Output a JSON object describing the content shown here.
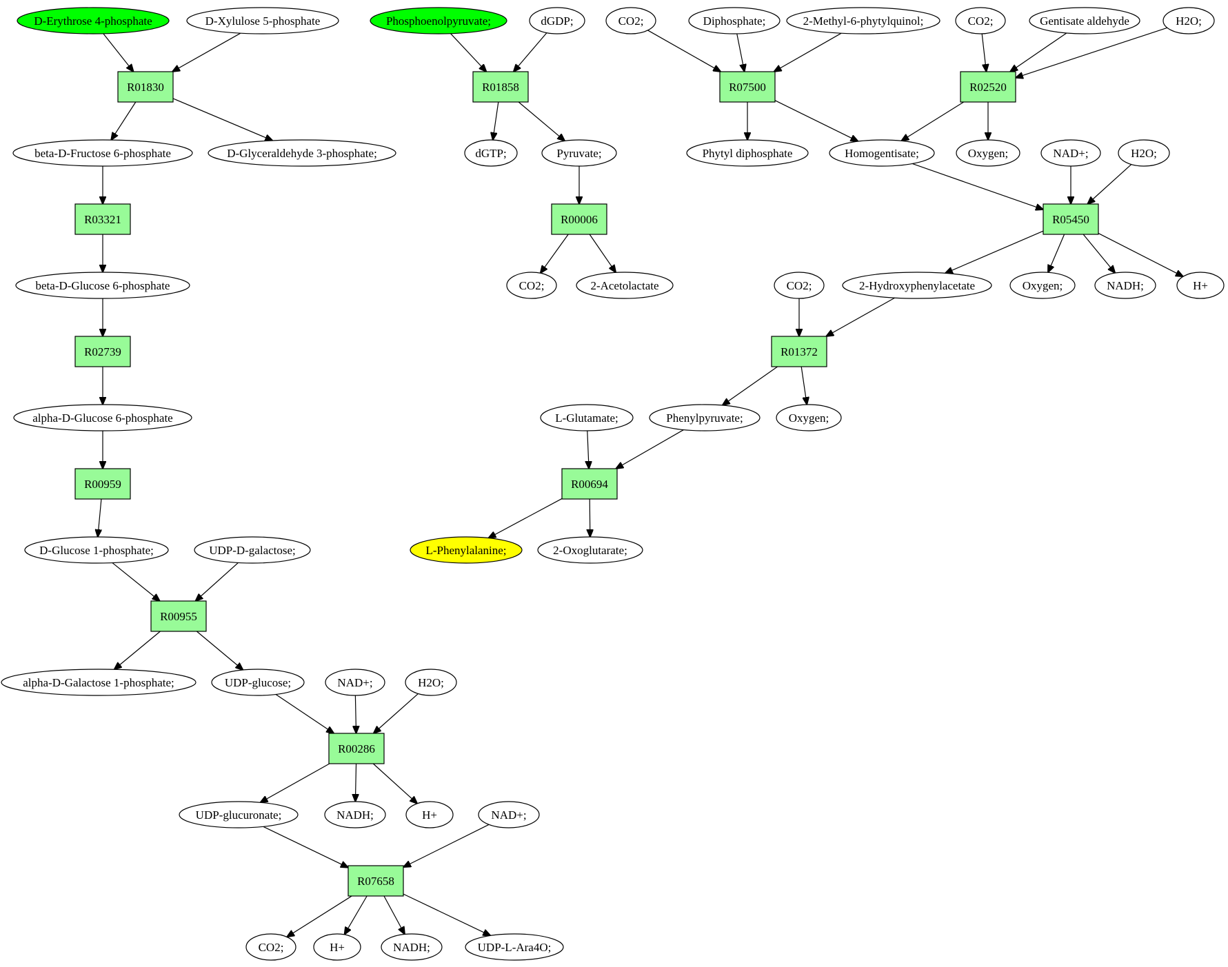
{
  "colors": {
    "reaction": "#98fb98",
    "compound": "#ffffff",
    "source": "#00ff00",
    "target": "#ffff00"
  },
  "nodes": [
    {
      "id": "c_e4p",
      "kind": "compound",
      "label": "D-Erythrose 4-phosphate",
      "style": "source"
    },
    {
      "id": "c_x5p",
      "kind": "compound",
      "label": "D-Xylulose 5-phosphate",
      "style": "normal"
    },
    {
      "id": "r_R01830",
      "kind": "reaction",
      "label": "R01830"
    },
    {
      "id": "c_bf6p",
      "kind": "compound",
      "label": "beta-D-Fructose 6-phosphate",
      "style": "normal"
    },
    {
      "id": "c_g3p",
      "kind": "compound",
      "label": "D-Glyceraldehyde 3-phosphate;",
      "style": "normal"
    },
    {
      "id": "r_R03321",
      "kind": "reaction",
      "label": "R03321"
    },
    {
      "id": "c_bg6p",
      "kind": "compound",
      "label": "beta-D-Glucose 6-phosphate",
      "style": "normal"
    },
    {
      "id": "r_R02739",
      "kind": "reaction",
      "label": "R02739"
    },
    {
      "id": "c_ag6p",
      "kind": "compound",
      "label": "alpha-D-Glucose 6-phosphate",
      "style": "normal"
    },
    {
      "id": "r_R00959",
      "kind": "reaction",
      "label": "R00959"
    },
    {
      "id": "c_g1p",
      "kind": "compound",
      "label": "D-Glucose 1-phosphate;",
      "style": "normal"
    },
    {
      "id": "c_udpgal",
      "kind": "compound",
      "label": "UDP-D-galactose;",
      "style": "normal"
    },
    {
      "id": "r_R00955",
      "kind": "reaction",
      "label": "R00955"
    },
    {
      "id": "c_agal1p",
      "kind": "compound",
      "label": "alpha-D-Galactose 1-phosphate;",
      "style": "normal"
    },
    {
      "id": "c_udpglc",
      "kind": "compound",
      "label": "UDP-glucose;",
      "style": "normal"
    },
    {
      "id": "c_nad_1",
      "kind": "compound",
      "label": "NAD+;",
      "style": "normal"
    },
    {
      "id": "c_h2o_1",
      "kind": "compound",
      "label": "H2O;",
      "style": "normal"
    },
    {
      "id": "r_R00286",
      "kind": "reaction",
      "label": "R00286"
    },
    {
      "id": "c_udpglcA",
      "kind": "compound",
      "label": "UDP-glucuronate;",
      "style": "normal"
    },
    {
      "id": "c_nadh_1",
      "kind": "compound",
      "label": "NADH;",
      "style": "normal"
    },
    {
      "id": "c_hplus_1",
      "kind": "compound",
      "label": "H+",
      "style": "normal"
    },
    {
      "id": "c_nad_2",
      "kind": "compound",
      "label": "NAD+;",
      "style": "normal"
    },
    {
      "id": "r_R07658",
      "kind": "reaction",
      "label": "R07658"
    },
    {
      "id": "c_co2_1",
      "kind": "compound",
      "label": "CO2;",
      "style": "normal"
    },
    {
      "id": "c_hplus_2",
      "kind": "compound",
      "label": "H+",
      "style": "normal"
    },
    {
      "id": "c_nadh_2",
      "kind": "compound",
      "label": "NADH;",
      "style": "normal"
    },
    {
      "id": "c_udpara",
      "kind": "compound",
      "label": "UDP-L-Ara4O;",
      "style": "normal"
    },
    {
      "id": "c_pep",
      "kind": "compound",
      "label": "Phosphoenolpyruvate;",
      "style": "source"
    },
    {
      "id": "c_dgdp",
      "kind": "compound",
      "label": "dGDP;",
      "style": "normal"
    },
    {
      "id": "r_R01858",
      "kind": "reaction",
      "label": "R01858"
    },
    {
      "id": "c_dgtp",
      "kind": "compound",
      "label": "dGTP;",
      "style": "normal"
    },
    {
      "id": "c_pyr",
      "kind": "compound",
      "label": "Pyruvate;",
      "style": "normal"
    },
    {
      "id": "r_R00006",
      "kind": "reaction",
      "label": "R00006"
    },
    {
      "id": "c_co2_2",
      "kind": "compound",
      "label": "CO2;",
      "style": "normal"
    },
    {
      "id": "c_acetolac",
      "kind": "compound",
      "label": "2-Acetolactate",
      "style": "normal"
    },
    {
      "id": "c_co2_3",
      "kind": "compound",
      "label": "CO2;",
      "style": "normal"
    },
    {
      "id": "c_dipho",
      "kind": "compound",
      "label": "Diphosphate;",
      "style": "normal"
    },
    {
      "id": "c_mpq",
      "kind": "compound",
      "label": "2-Methyl-6-phytylquinol;",
      "style": "normal"
    },
    {
      "id": "r_R07500",
      "kind": "reaction",
      "label": "R07500"
    },
    {
      "id": "c_phytdp",
      "kind": "compound",
      "label": "Phytyl diphosphate",
      "style": "normal"
    },
    {
      "id": "c_homog",
      "kind": "compound",
      "label": "Homogentisate;",
      "style": "normal"
    },
    {
      "id": "c_co2_4",
      "kind": "compound",
      "label": "CO2;",
      "style": "normal"
    },
    {
      "id": "c_gentald",
      "kind": "compound",
      "label": "Gentisate aldehyde",
      "style": "normal"
    },
    {
      "id": "c_h2o_2",
      "kind": "compound",
      "label": "H2O;",
      "style": "normal"
    },
    {
      "id": "r_R02520",
      "kind": "reaction",
      "label": "R02520"
    },
    {
      "id": "c_oxy_1",
      "kind": "compound",
      "label": "Oxygen;",
      "style": "normal"
    },
    {
      "id": "c_nad_3",
      "kind": "compound",
      "label": "NAD+;",
      "style": "normal"
    },
    {
      "id": "c_h2o_3",
      "kind": "compound",
      "label": "H2O;",
      "style": "normal"
    },
    {
      "id": "r_R05450",
      "kind": "reaction",
      "label": "R05450"
    },
    {
      "id": "c_hpa",
      "kind": "compound",
      "label": "2-Hydroxyphenylacetate",
      "style": "normal"
    },
    {
      "id": "c_oxy_2",
      "kind": "compound",
      "label": "Oxygen;",
      "style": "normal"
    },
    {
      "id": "c_nadh_3",
      "kind": "compound",
      "label": "NADH;",
      "style": "normal"
    },
    {
      "id": "c_hplus_3",
      "kind": "compound",
      "label": "H+",
      "style": "normal"
    },
    {
      "id": "c_co2_5",
      "kind": "compound",
      "label": "CO2;",
      "style": "normal"
    },
    {
      "id": "r_R01372",
      "kind": "reaction",
      "label": "R01372"
    },
    {
      "id": "c_phpyr",
      "kind": "compound",
      "label": "Phenylpyruvate;",
      "style": "normal"
    },
    {
      "id": "c_oxy_3",
      "kind": "compound",
      "label": "Oxygen;",
      "style": "normal"
    },
    {
      "id": "c_lglu",
      "kind": "compound",
      "label": "L-Glutamate;",
      "style": "normal"
    },
    {
      "id": "r_R00694",
      "kind": "reaction",
      "label": "R00694"
    },
    {
      "id": "c_lphe",
      "kind": "compound",
      "label": "L-Phenylalanine;",
      "style": "target"
    },
    {
      "id": "c_2og",
      "kind": "compound",
      "label": "2-Oxoglutarate;",
      "style": "normal"
    }
  ],
  "edges": [
    [
      "c_e4p",
      "r_R01830"
    ],
    [
      "c_x5p",
      "r_R01830"
    ],
    [
      "r_R01830",
      "c_bf6p"
    ],
    [
      "r_R01830",
      "c_g3p"
    ],
    [
      "c_bf6p",
      "r_R03321"
    ],
    [
      "r_R03321",
      "c_bg6p"
    ],
    [
      "c_bg6p",
      "r_R02739"
    ],
    [
      "r_R02739",
      "c_ag6p"
    ],
    [
      "c_ag6p",
      "r_R00959"
    ],
    [
      "r_R00959",
      "c_g1p"
    ],
    [
      "c_g1p",
      "r_R00955"
    ],
    [
      "c_udpgal",
      "r_R00955"
    ],
    [
      "r_R00955",
      "c_agal1p"
    ],
    [
      "r_R00955",
      "c_udpglc"
    ],
    [
      "c_udpglc",
      "r_R00286"
    ],
    [
      "c_nad_1",
      "r_R00286"
    ],
    [
      "c_h2o_1",
      "r_R00286"
    ],
    [
      "r_R00286",
      "c_udpglcA"
    ],
    [
      "r_R00286",
      "c_nadh_1"
    ],
    [
      "r_R00286",
      "c_hplus_1"
    ],
    [
      "c_udpglcA",
      "r_R07658"
    ],
    [
      "c_nad_2",
      "r_R07658"
    ],
    [
      "r_R07658",
      "c_co2_1"
    ],
    [
      "r_R07658",
      "c_hplus_2"
    ],
    [
      "r_R07658",
      "c_nadh_2"
    ],
    [
      "r_R07658",
      "c_udpara"
    ],
    [
      "c_pep",
      "r_R01858"
    ],
    [
      "c_dgdp",
      "r_R01858"
    ],
    [
      "r_R01858",
      "c_dgtp"
    ],
    [
      "r_R01858",
      "c_pyr"
    ],
    [
      "c_pyr",
      "r_R00006"
    ],
    [
      "r_R00006",
      "c_co2_2"
    ],
    [
      "r_R00006",
      "c_acetolac"
    ],
    [
      "c_co2_3",
      "r_R07500"
    ],
    [
      "c_dipho",
      "r_R07500"
    ],
    [
      "c_mpq",
      "r_R07500"
    ],
    [
      "r_R07500",
      "c_phytdp"
    ],
    [
      "r_R07500",
      "c_homog"
    ],
    [
      "c_co2_4",
      "r_R02520"
    ],
    [
      "c_gentald",
      "r_R02520"
    ],
    [
      "c_h2o_2",
      "r_R02520"
    ],
    [
      "r_R02520",
      "c_homog"
    ],
    [
      "r_R02520",
      "c_oxy_1"
    ],
    [
      "c_homog",
      "r_R05450"
    ],
    [
      "c_nad_3",
      "r_R05450"
    ],
    [
      "c_h2o_3",
      "r_R05450"
    ],
    [
      "r_R05450",
      "c_hpa"
    ],
    [
      "r_R05450",
      "c_oxy_2"
    ],
    [
      "r_R05450",
      "c_nadh_3"
    ],
    [
      "r_R05450",
      "c_hplus_3"
    ],
    [
      "c_co2_5",
      "r_R01372"
    ],
    [
      "c_hpa",
      "r_R01372"
    ],
    [
      "r_R01372",
      "c_phpyr"
    ],
    [
      "r_R01372",
      "c_oxy_3"
    ],
    [
      "c_lglu",
      "r_R00694"
    ],
    [
      "c_phpyr",
      "r_R00694"
    ],
    [
      "r_R00694",
      "c_lphe"
    ],
    [
      "r_R00694",
      "c_2og"
    ]
  ]
}
